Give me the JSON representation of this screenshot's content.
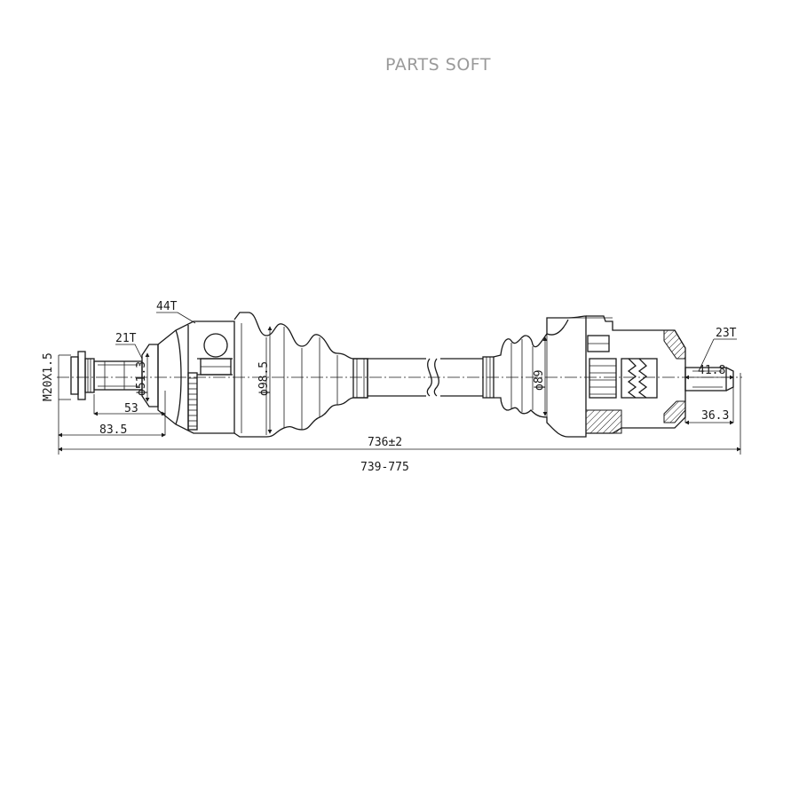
{
  "watermark": "PARTS SOFT",
  "labels": {
    "spline_hub": "44T",
    "spline_outer": "21T",
    "spline_inner": "23T",
    "thread": "M20X1.5",
    "dia_stub": "ϕ51.3",
    "dia_outer_boot": "ϕ98.5",
    "dia_inner_boot": "ϕ89",
    "len_53": "53",
    "len_835": "83.5",
    "len_418": "41.8",
    "len_363": "36.3",
    "len_736": "736±2",
    "len_range": "739-775"
  }
}
